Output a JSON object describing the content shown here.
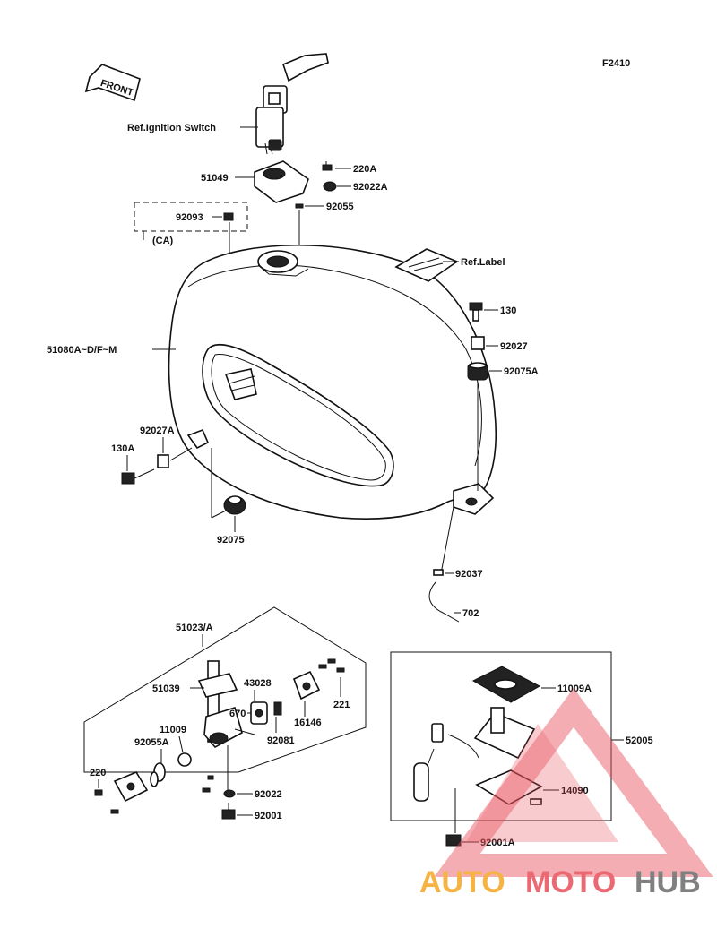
{
  "figure_code": "F2410",
  "front_arrow_label": "FRONT",
  "part_labels": {
    "ref_ignition_switch": "Ref.Ignition Switch",
    "p220A": "220A",
    "p51049": "51049",
    "p92022A": "92022A",
    "p92055": "92055",
    "p92093": "92093",
    "ca": "(CA)",
    "ref_label": "Ref.Label",
    "p130": "130",
    "p51080": "51080A~D/F~M",
    "p92027": "92027",
    "p92075A": "92075A",
    "p92027A": "92027A",
    "p130A": "130A",
    "p92075": "92075",
    "p92037": "92037",
    "p702": "702",
    "p51023": "51023/A",
    "p43028": "43028",
    "p51039": "51039",
    "p670": "670",
    "p11009": "11009",
    "p92055A": "92055A",
    "p16146": "16146",
    "p221": "221",
    "p92081": "92081",
    "p220": "220",
    "p92022": "92022",
    "p92001": "92001",
    "p11009A": "11009A",
    "p52005": "52005",
    "p14090": "14090",
    "p92001A": "92001A"
  },
  "watermark": {
    "text_auto": "AUTO",
    "text_moto": "MOTO",
    "text_hub": "HUB",
    "color_orange": "#f5a623",
    "color_red": "#e8505b",
    "color_gray": "#6b6b6b"
  }
}
